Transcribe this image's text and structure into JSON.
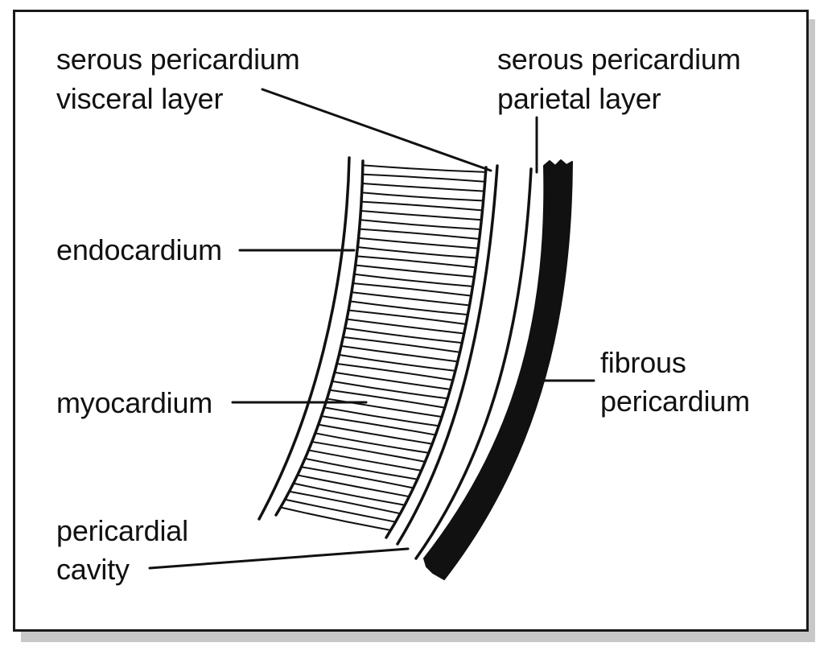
{
  "labels": {
    "visceral": {
      "line1": "serous pericardium",
      "line2": "visceral layer"
    },
    "parietal": {
      "line1": "serous pericardium",
      "line2": "parietal layer"
    },
    "endocardium": "endocardium",
    "myocardium": "myocardium",
    "cavity": {
      "line1": "pericardial",
      "line2": "cavity"
    },
    "fibrous": {
      "line1": "fibrous",
      "line2": "pericardium"
    }
  },
  "colors": {
    "ink": "#111111",
    "shadow": "#c8c8c8",
    "background": "#ffffff"
  }
}
